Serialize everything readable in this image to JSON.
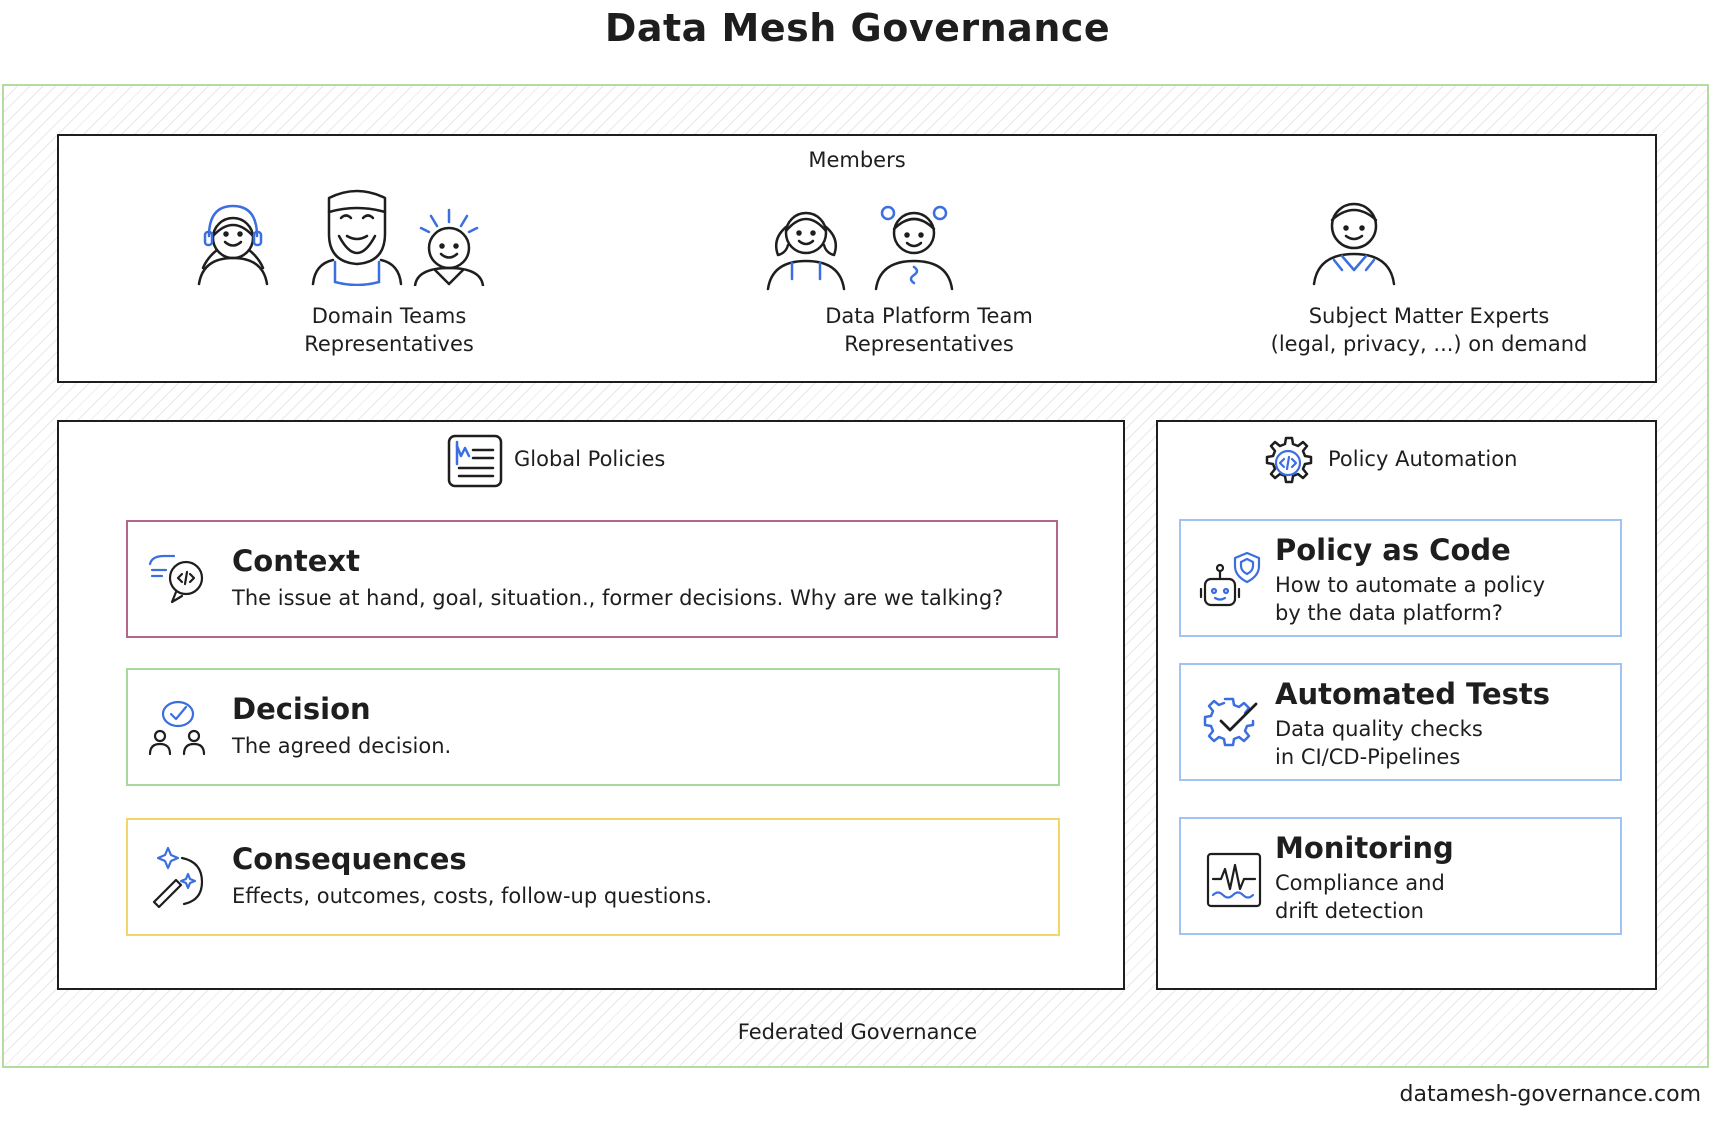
{
  "title": "Data Mesh Governance",
  "outer_label": "Federated Governance",
  "footer": "datamesh-governance.com",
  "members": {
    "title": "Members",
    "groups": [
      {
        "line1": "Domain Teams",
        "line2": "Representatives"
      },
      {
        "line1": "Data Platform Team",
        "line2": "Representatives"
      },
      {
        "line1": "Subject Matter Experts",
        "line2": "(legal, privacy, ...) on demand"
      }
    ]
  },
  "global_policies": {
    "title": "Global Policies",
    "cards": [
      {
        "heading": "Context",
        "text": "The issue at hand, goal, situation., former decisions. Why are we talking?",
        "icon": "chat-code-icon"
      },
      {
        "heading": "Decision",
        "text": "The agreed decision.",
        "icon": "people-check-icon"
      },
      {
        "heading": "Consequences",
        "text": "Effects, outcomes, costs, follow-up questions.",
        "icon": "magic-wand-icon"
      }
    ]
  },
  "policy_automation": {
    "title": "Policy Automation",
    "cards": [
      {
        "heading": "Policy as Code",
        "line1": "How to automate a policy",
        "line2": "by the data platform?",
        "icon": "robot-shield-icon"
      },
      {
        "heading": "Automated Tests",
        "line1": "Data quality checks",
        "line2": "in CI/CD-Pipelines",
        "icon": "gear-check-icon"
      },
      {
        "heading": "Monitoring",
        "line1": "Compliance and",
        "line2": "drift detection",
        "icon": "monitor-wave-icon"
      }
    ]
  },
  "colors": {
    "accent_blue": "#3b6fe0",
    "context_border": "#b5678a",
    "decision_border": "#a6d99a",
    "consequences_border": "#f4d56a",
    "automation_border": "#9fc3f5",
    "outer_border": "#b2dca0"
  }
}
